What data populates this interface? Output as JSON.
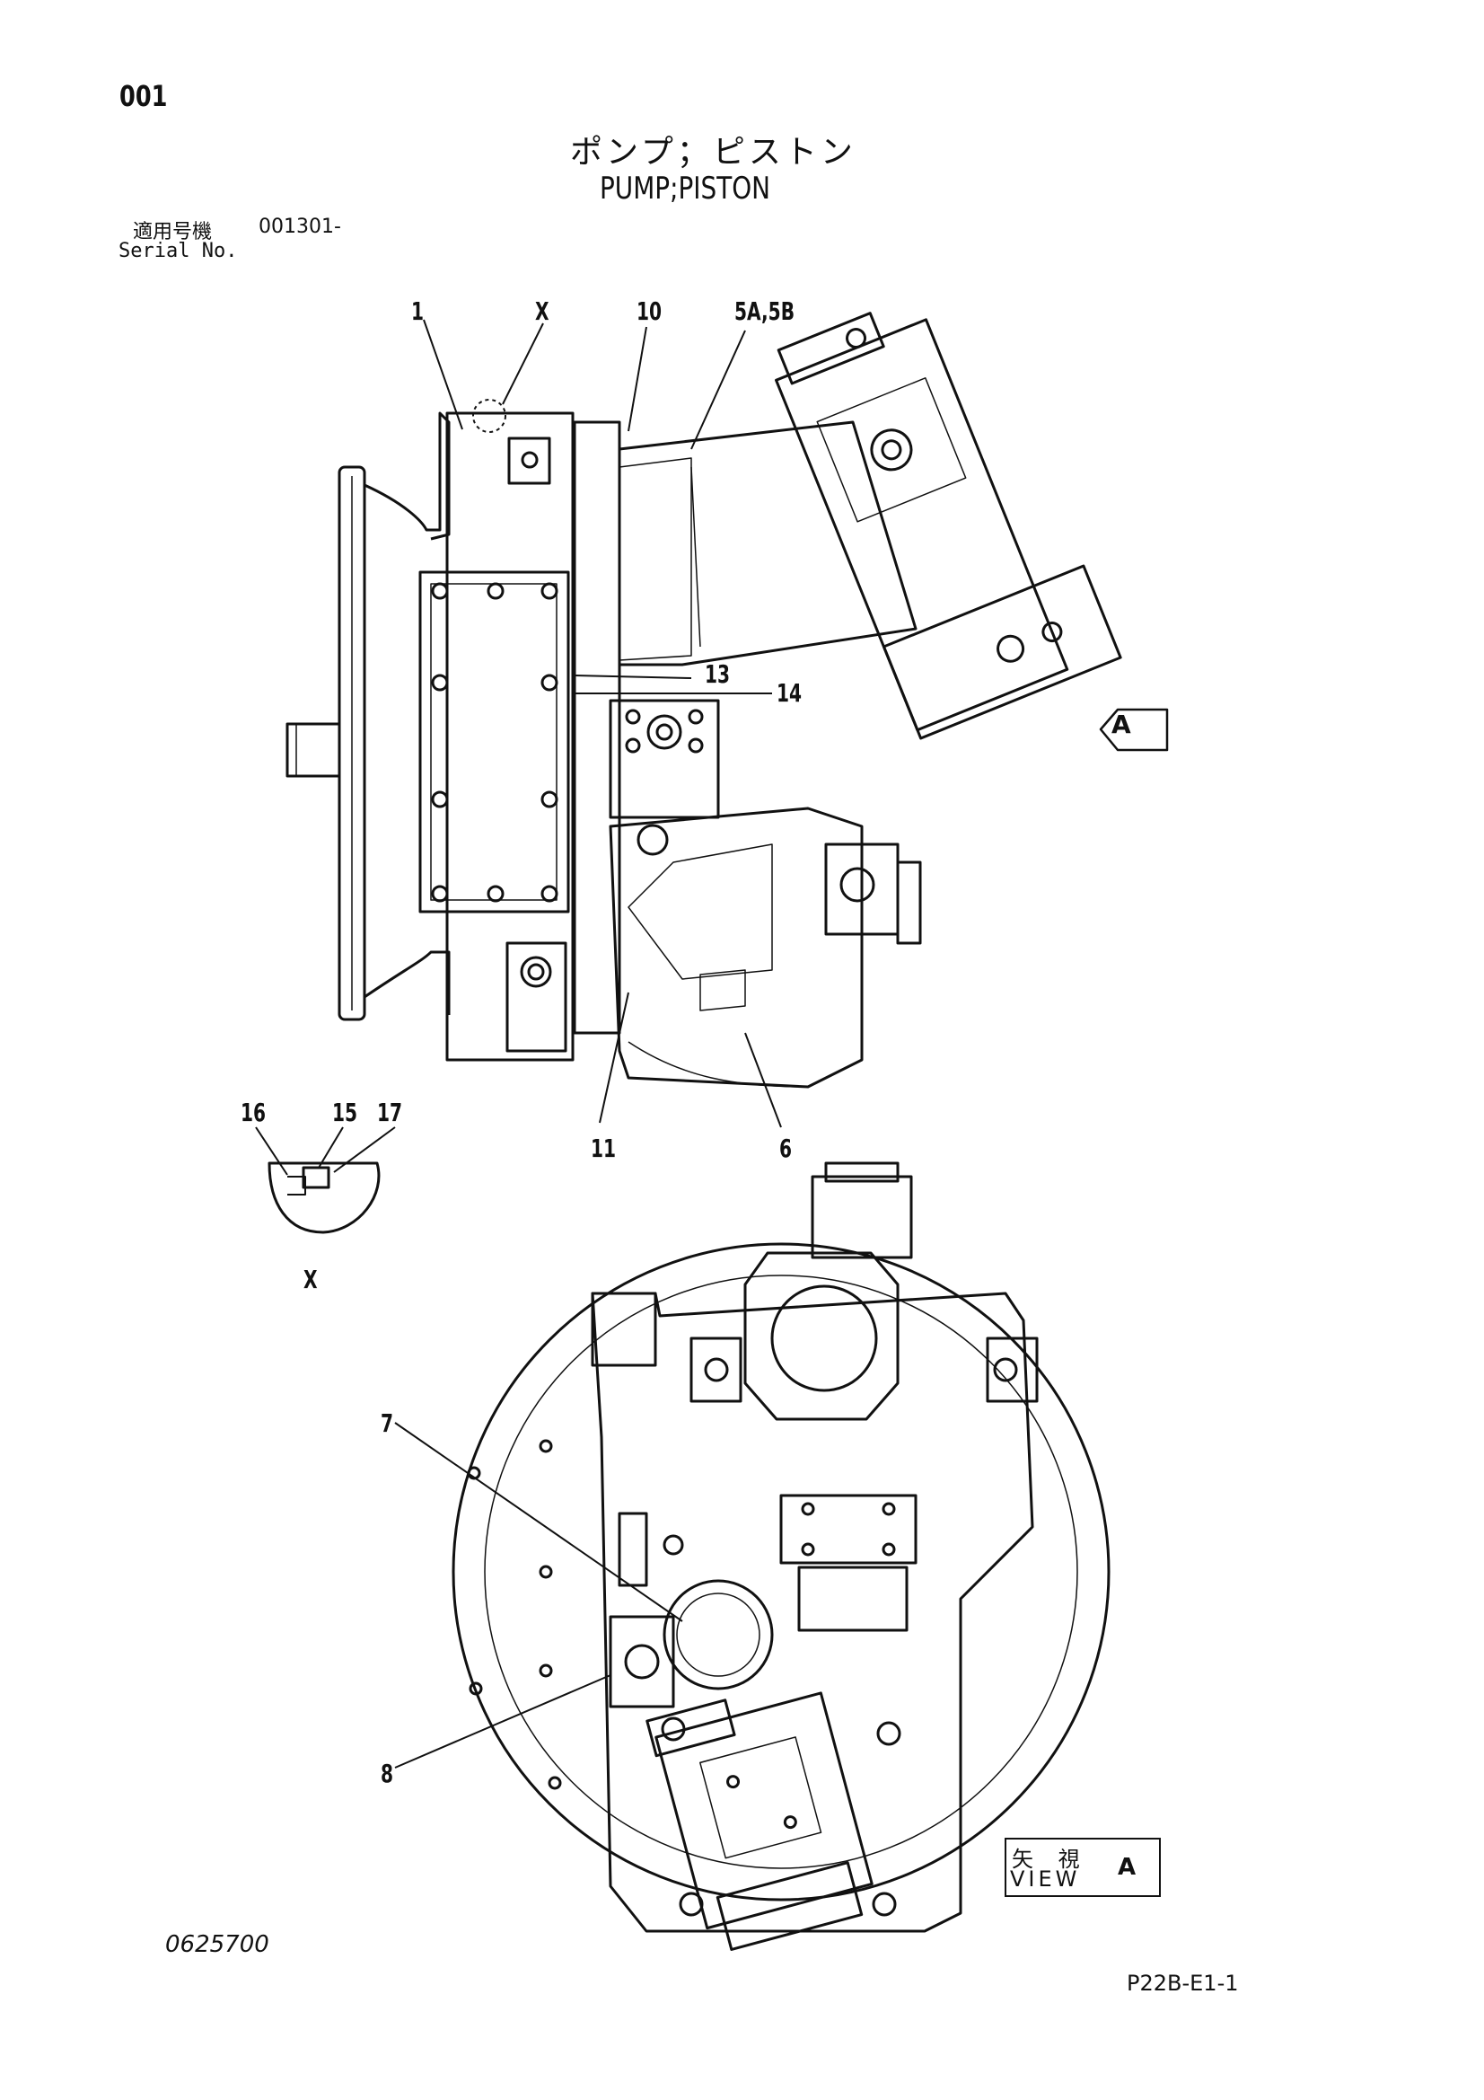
{
  "header": {
    "page_number": "001",
    "title_jp": "ポンプ；ピストン",
    "title_en": "PUMP;PISTON",
    "serial_label_jp": "適用号機",
    "serial_value": "001301-",
    "serial_label_en": "Serial No."
  },
  "callouts": {
    "c1": "1",
    "cx": "X",
    "c10": "10",
    "c5a5b": "5A,5B",
    "c13": "13",
    "c14": "14",
    "c11": "11",
    "c6": "6",
    "c16": "16",
    "c15": "15",
    "c17": "17",
    "cx_detail": "X",
    "c7": "7",
    "c8": "8",
    "arrow_a": "A"
  },
  "view_label": {
    "jp": "矢 視",
    "en": "VIEW",
    "letter": "A"
  },
  "footer": {
    "drawing_number": "0625700",
    "page_code": "P22B-E1-1"
  }
}
